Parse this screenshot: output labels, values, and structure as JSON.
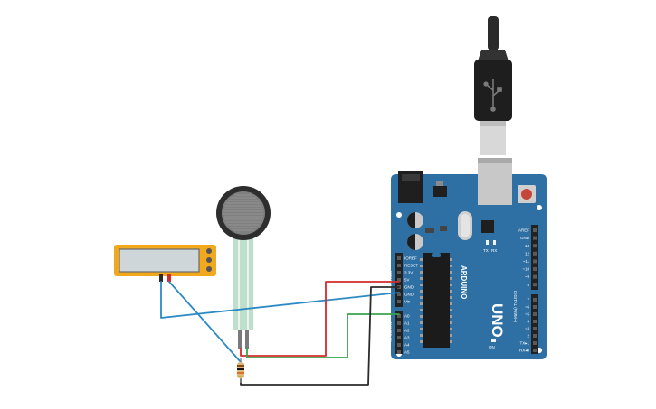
{
  "board": {
    "brand": "ARDUINO",
    "model": "UNO",
    "power_header_title": "POWER",
    "analog_header_title": "ANALOG IN",
    "digital_header_title": "DIGITAL (PWM~)",
    "power_pins": [
      "IOREF",
      "RESET",
      "3.3V",
      "5V",
      "GND",
      "GND",
      "Vin"
    ],
    "analog_pins": [
      "A0",
      "A1",
      "A2",
      "A3",
      "A4",
      "A5"
    ],
    "digital_top_pins": [
      "AREF",
      "GND",
      "13",
      "12",
      "~11",
      "~10",
      "~9",
      "8"
    ],
    "digital_bottom_pins": [
      "7",
      "~6",
      "~5",
      "4",
      "~3",
      "2",
      "TX▸1",
      "RX◂0"
    ],
    "led_labels": [
      "TX",
      "RX"
    ],
    "on_label": "ON",
    "colors": {
      "board": "#2e6fa4",
      "board_dark": "#245a86",
      "header": "#222222",
      "reset_button": "#c4473a",
      "usb_jack": "#c8c8c8"
    }
  },
  "components": {
    "force_sensor": "force-sensitive-resistor",
    "resistor": "pull-down-resistor",
    "multimeter": "multimeter",
    "usb_cable": "usb-cable"
  },
  "wires": [
    {
      "name": "wire-5v",
      "color": "#d42a2a"
    },
    {
      "name": "wire-gnd",
      "color": "#2b2b2b"
    },
    {
      "name": "wire-a0",
      "color": "#3aa34a"
    },
    {
      "name": "wire-meter-gnd",
      "color": "#2a8ac4"
    },
    {
      "name": "wire-meter-signal",
      "color": "#2a8ac4"
    }
  ]
}
